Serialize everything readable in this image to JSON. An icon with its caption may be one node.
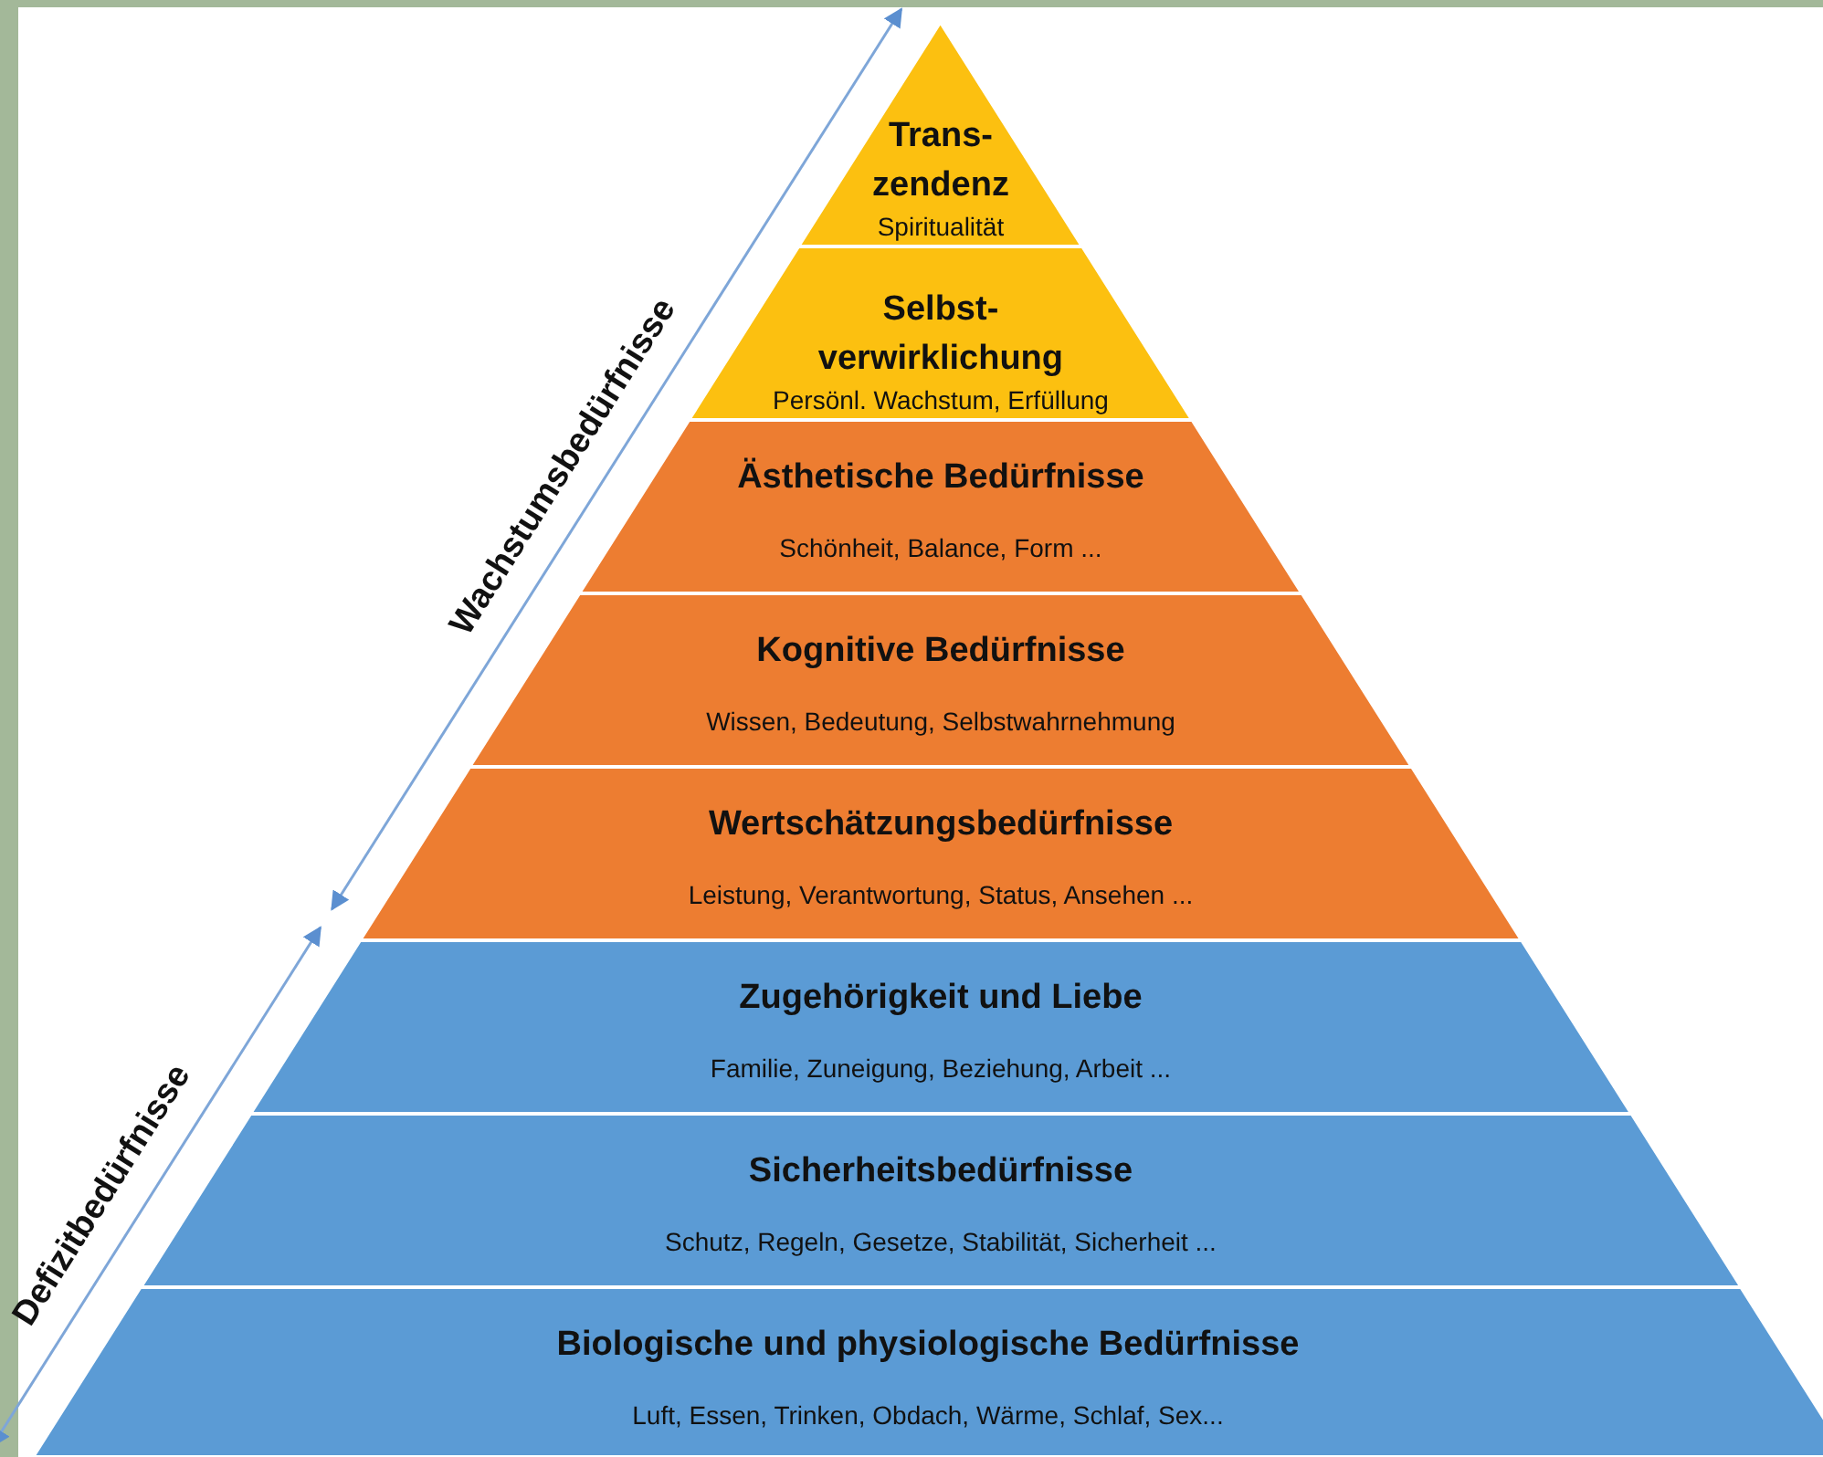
{
  "diagram": {
    "nodes": [
      {
        "text": [
          "Trans- zendenz",
          "Spiritualität"
        ]
      },
      {
        "text": [
          "Selbst- verwirklichung",
          "Persönl. Wachstum, Erfüllung"
        ]
      },
      {
        "text": [
          "Ästhetische Bedürfnisse",
          "Schönheit, Balance, Form ..."
        ]
      },
      {
        "text": [
          "Kognitive Bedürfnisse",
          "Wissen, Bedeutung, Selbstwahrnehmung"
        ]
      },
      {
        "text": [
          "Wertschätzungsbedürfnisse",
          "Leistung, Verantwortung, Status, Ansehen ..."
        ]
      },
      {
        "text": [
          "Zugehörigkeit und Liebe",
          "Familie, Zuneigung, Beziehung, Arbeit ..."
        ]
      },
      {
        "text": [
          "Sicherheitsbedürfnisse",
          "Schutz, Regeln, Gesetze, Stabilität, Sicherheit ..."
        ]
      },
      {
        "text": [
          "Biologische und physiologische Bedürfnisse",
          "Luft, Essen, Trinken, Obdach, Wärme, Schlaf, Sex..."
        ]
      }
    ],
    "labels": [
      "Wachstumsbedürfnisse",
      "Defizitbedürfnisse"
    ]
  }
}
